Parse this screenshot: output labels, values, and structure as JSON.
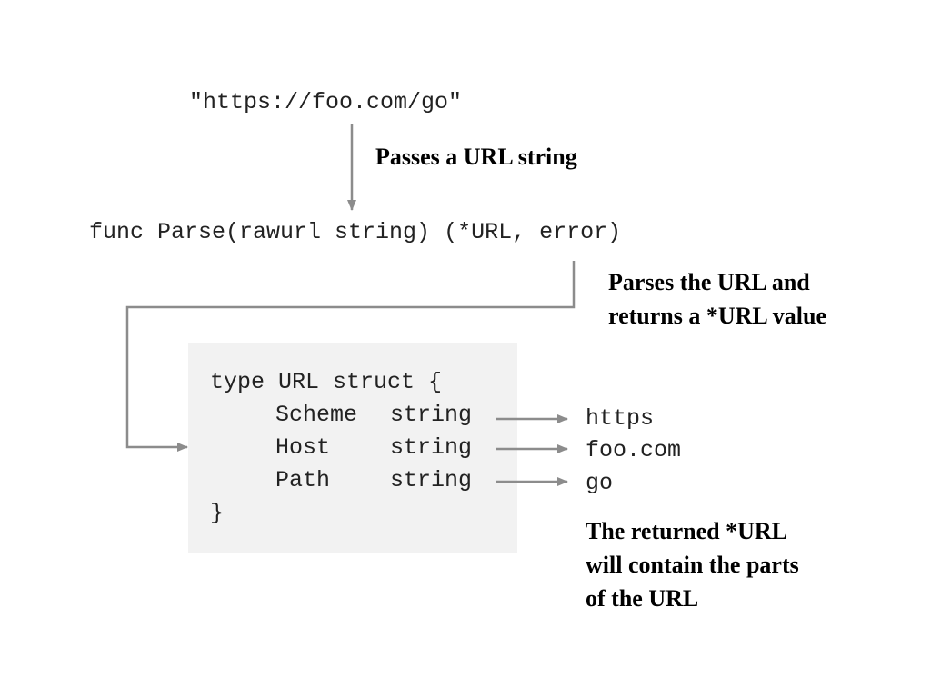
{
  "input_string": "\"https://foo.com/go\"",
  "notes": {
    "passes": "Passes a URL string",
    "parses_line1": "Parses the URL and",
    "parses_line2": "returns a *URL value",
    "returned_line1": "The returned *URL",
    "returned_line2": "will contain the parts",
    "returned_line3": "of the URL"
  },
  "signature": "func Parse(rawurl string) (*URL, error)",
  "struct": {
    "open": "type URL struct {",
    "fields": [
      {
        "name": "Scheme",
        "type": "string",
        "value": "https"
      },
      {
        "name": "Host",
        "type": "string",
        "value": "foo.com"
      },
      {
        "name": "Path",
        "type": "string",
        "value": "go"
      }
    ],
    "close": "}"
  },
  "colors": {
    "arrow": "#8c8c8c",
    "box": "#f2f2f2"
  }
}
